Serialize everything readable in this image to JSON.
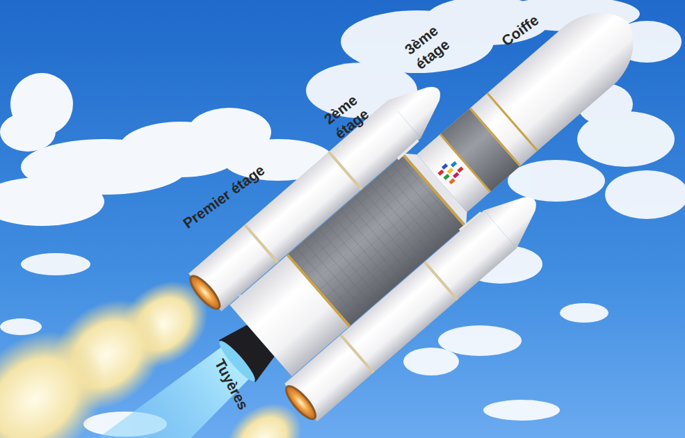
{
  "diagram": {
    "labels": [
      "Premier étage",
      "2ème étage",
      "3ème étage",
      "Coiffe",
      "Tuyères"
    ]
  }
}
